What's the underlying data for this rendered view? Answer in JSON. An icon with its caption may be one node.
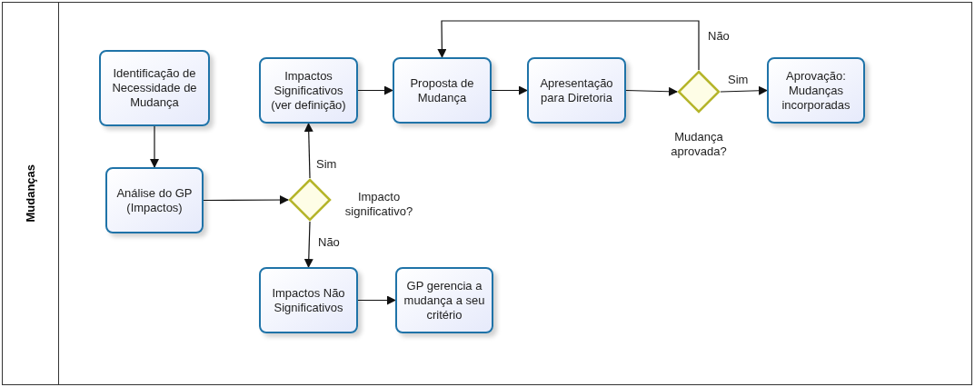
{
  "diagram": {
    "nodes": [
      {
        "text": [
          "Mudanças"
        ]
      },
      {
        "text": [
          "Identificação de Necessidade de Mudança"
        ],
        "in": 0
      },
      {
        "text": [
          "Análise do GP (Impactos)"
        ],
        "in": 0
      },
      {
        "text": [],
        "shape": "diamond",
        "beside": [
          "Impacto significativo?"
        ],
        "in": 0
      },
      {
        "text": [
          "Impactos Significativos (ver definição)"
        ],
        "in": 0
      },
      {
        "text": [
          "Proposta de Mudança"
        ],
        "in": 0
      },
      {
        "text": [
          "Apresentação para Diretoria"
        ],
        "in": 0
      },
      {
        "text": [],
        "shape": "diamond",
        "beside": [
          "Mudança aprovada?"
        ],
        "in": 0
      },
      {
        "text": [
          "Aprovação: Mudanças incorporadas"
        ],
        "in": 0
      },
      {
        "text": [
          "Impactos Não Significativos"
        ],
        "in": 0
      },
      {
        "text": [
          "GP gerencia a mudança a seu critério"
        ],
        "in": 0
      }
    ],
    "edges": [
      {
        "from": 1,
        "to": 2,
        "arrow": "to"
      },
      {
        "from": 2,
        "to": 3,
        "arrow": "to"
      },
      {
        "from": 3,
        "to": 4,
        "arrow": "to",
        "label": "Sim"
      },
      {
        "from": 3,
        "to": 9,
        "arrow": "to",
        "label": "Não"
      },
      {
        "from": 4,
        "to": 5,
        "arrow": "to"
      },
      {
        "from": 5,
        "to": 6,
        "arrow": "to"
      },
      {
        "from": 6,
        "to": 7,
        "arrow": "to"
      },
      {
        "from": 7,
        "to": 8,
        "arrow": "to",
        "label": "Sim"
      },
      {
        "from": 7,
        "to": 5,
        "arrow": "to",
        "label": "Não"
      },
      {
        "from": 9,
        "to": 10,
        "arrow": "to"
      }
    ]
  }
}
